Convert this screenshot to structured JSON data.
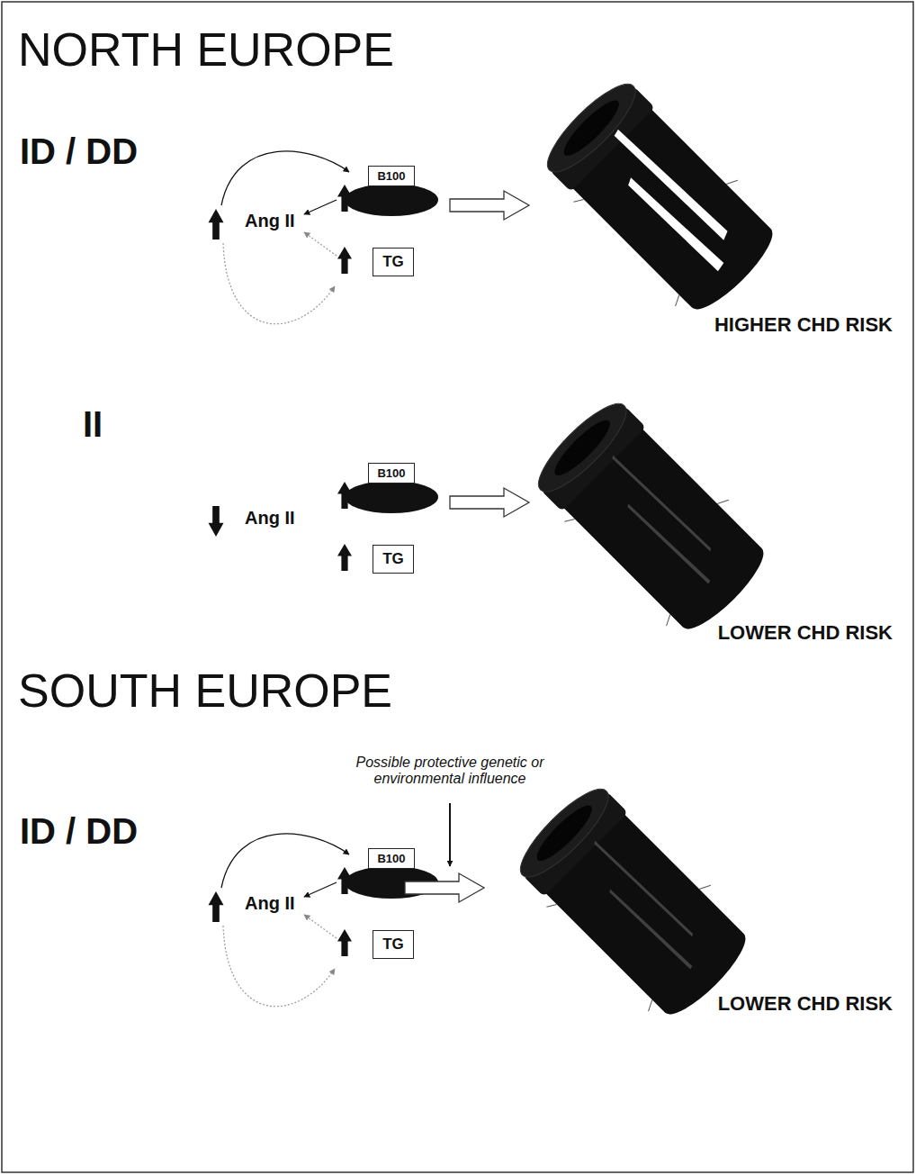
{
  "diagram": {
    "nodes": [
      {
        "text": [
          "B100"
        ]
      },
      {
        "text": [
          "TG"
        ]
      },
      {
        "text": [
          "B100"
        ]
      },
      {
        "text": [
          "TG"
        ]
      },
      {
        "text": [
          "B100"
        ]
      },
      {
        "text": [
          "TG"
        ]
      }
    ],
    "labels": [
      "NORTH EUROPE",
      "ID / DD",
      "Ang II",
      "HIGHER CHD RISK",
      "II",
      "Ang II",
      "LOWER CHD RISK",
      "SOUTH EUROPE",
      "Possible protective genetic or environmental influence",
      "ID / DD",
      "Ang II",
      "LOWER CHD RISK"
    ]
  }
}
